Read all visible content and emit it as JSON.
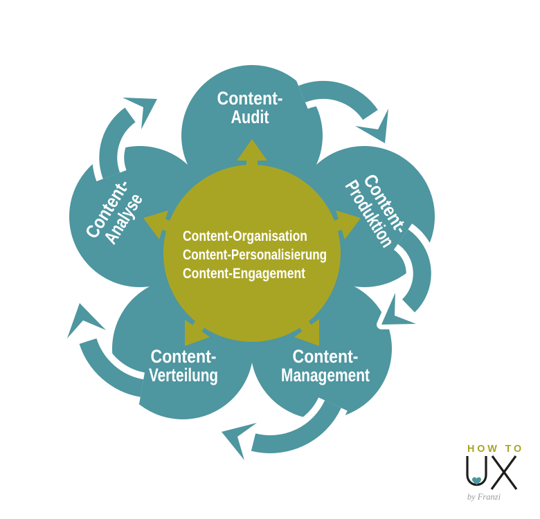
{
  "colors": {
    "teal": "#4e96a0",
    "olive": "#a8a525",
    "label_text": "#ffffff",
    "logo_ink": "#1d1d1b",
    "byline_gray": "#9b9b9b",
    "background": "#ffffff"
  },
  "diagram": {
    "center_circle": {
      "lines": [
        "Content-Organisation",
        "Content-Personalisierung",
        "Content-Engagement"
      ]
    },
    "outer_circles": [
      {
        "id": "content-audit",
        "label_lines": [
          "Content-",
          "Audit"
        ]
      },
      {
        "id": "content-produktion",
        "label_lines": [
          "Content-",
          "Produktion"
        ]
      },
      {
        "id": "content-management",
        "label_lines": [
          "Content-",
          "Management"
        ]
      },
      {
        "id": "content-verteilung",
        "label_lines": [
          "Content-",
          "Verteilung"
        ]
      },
      {
        "id": "content-analyse",
        "label_lines": [
          "Content-",
          "Analyse"
        ]
      }
    ],
    "icons": {
      "cycle_arrows": "clockwise-curved-arrow",
      "center_arrows": "outward-arrow"
    }
  },
  "logo": {
    "how_to": "HOW TO",
    "ux": "UX",
    "byline": "by Franzi",
    "heart_icon": "heart"
  }
}
